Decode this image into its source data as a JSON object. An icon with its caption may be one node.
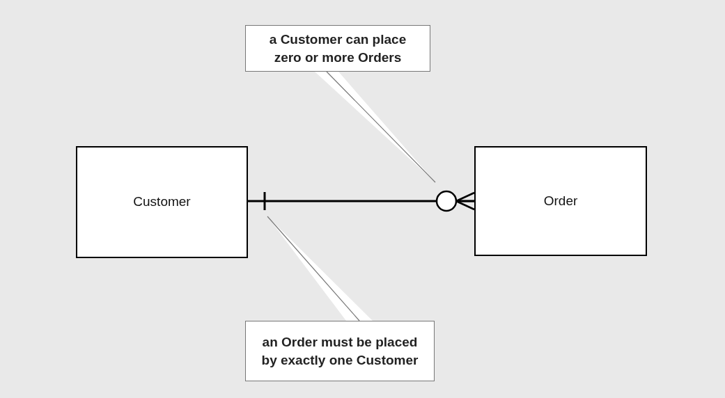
{
  "diagram": {
    "nodes": [
      {
        "text": [
          "a Customer can place zero or more Orders"
        ]
      },
      {
        "text": [
          "Customer"
        ]
      },
      {
        "text": [
          "Order"
        ]
      },
      {
        "text": [
          "an Order must be placed by exactly one Customer"
        ]
      }
    ],
    "edges": [
      {
        "from": 1,
        "to": 2,
        "arrow": "other",
        "style": "thick",
        "color": "#000000"
      },
      {
        "from": 0,
        "to": null,
        "arrow": "none"
      },
      {
        "from": 3,
        "to": null,
        "arrow": "none"
      }
    ]
  }
}
